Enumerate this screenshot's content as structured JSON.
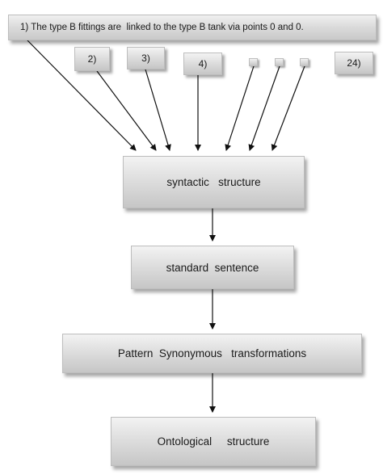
{
  "sentences": {
    "first": "1) The type B fittings are  linked to the type B tank via points 0 and 0.",
    "second": "2)",
    "third": "3)",
    "fourth": "4)",
    "last": "24)"
  },
  "stages": {
    "syntactic": "syntactic   structure",
    "standard": "standard  sentence",
    "pattern": "Pattern  Synonymous   transformations",
    "ontological": "Ontological     structure"
  },
  "colors": {
    "box_light": "#f3f3f3",
    "box_dark": "#c6c6c6",
    "arrow": "#111111"
  }
}
